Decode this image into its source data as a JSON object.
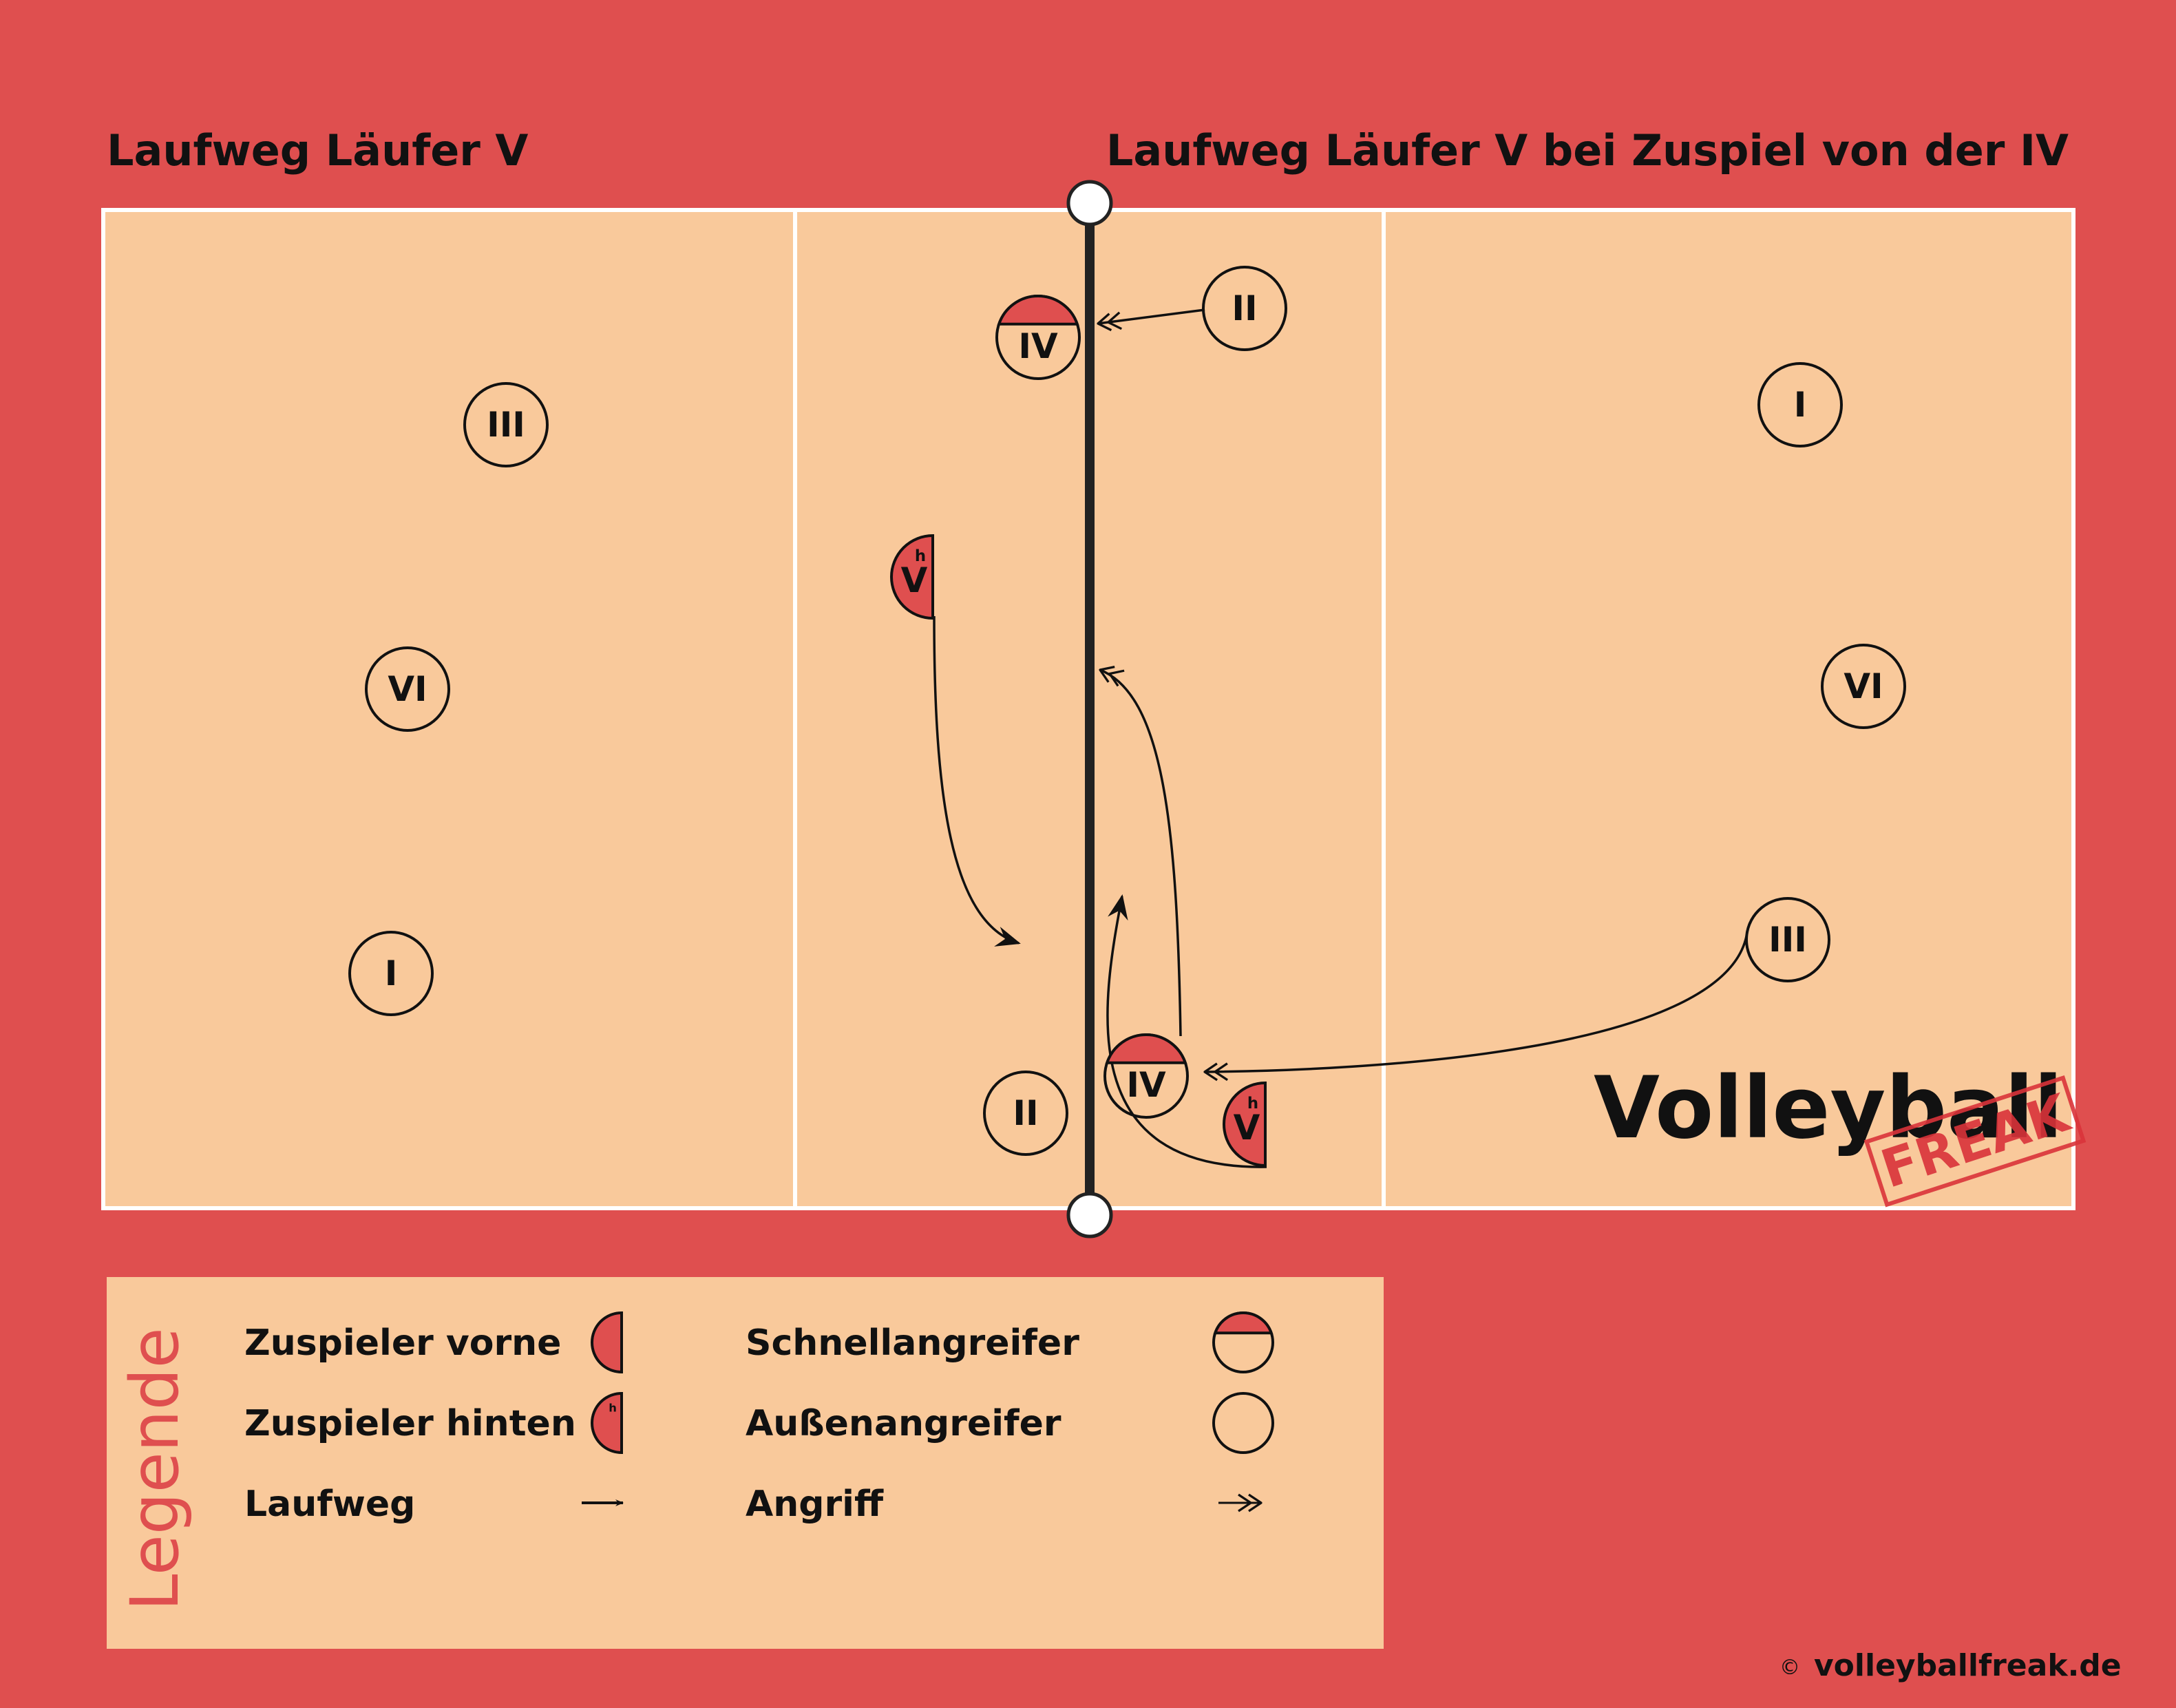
{
  "titles": {
    "left": "Laufweg Läufer V",
    "right": "Laufweg Läufer V bei Zuspiel von der IV"
  },
  "colors": {
    "background": "#df4f4f",
    "court": "#f9c99b",
    "setter_fill": "#df4f4f",
    "line": "#222222"
  },
  "left_court_players": [
    {
      "label": "III",
      "type": "outside-hitter"
    },
    {
      "label": "VI",
      "type": "outside-hitter"
    },
    {
      "label": "I",
      "type": "outside-hitter"
    }
  ],
  "right_court_players": [
    {
      "label": "I",
      "type": "outside-hitter"
    },
    {
      "label": "VI",
      "type": "outside-hitter"
    },
    {
      "label": "III",
      "type": "outside-hitter"
    }
  ],
  "middle_left_players": [
    {
      "label": "IV",
      "type": "quick-attacker"
    },
    {
      "label": "V",
      "type": "setter-back",
      "mark": "h"
    },
    {
      "label": "II",
      "type": "outside-hitter"
    }
  ],
  "middle_right_players": [
    {
      "label": "II",
      "type": "outside-hitter"
    },
    {
      "label": "IV",
      "type": "quick-attacker"
    },
    {
      "label": "V",
      "type": "setter-back",
      "mark": "h"
    }
  ],
  "logo": {
    "text": "Volleyball",
    "stamp": "FREAK"
  },
  "legend": {
    "title": "Legende",
    "items": [
      {
        "label": "Zuspieler vorne",
        "icon": "setter-front-icon"
      },
      {
        "label": "Zuspieler hinten",
        "icon": "setter-back-icon",
        "mark": "h"
      },
      {
        "label": "Laufweg",
        "icon": "run-arrow-icon"
      },
      {
        "label": "Schnellangreifer",
        "icon": "quick-attacker-icon"
      },
      {
        "label": "Außenangreifer",
        "icon": "outside-hitter-icon"
      },
      {
        "label": "Angriff",
        "icon": "attack-arrow-icon"
      }
    ]
  },
  "copyright": {
    "symbol": "©",
    "text": "volleyballfreak.de"
  }
}
